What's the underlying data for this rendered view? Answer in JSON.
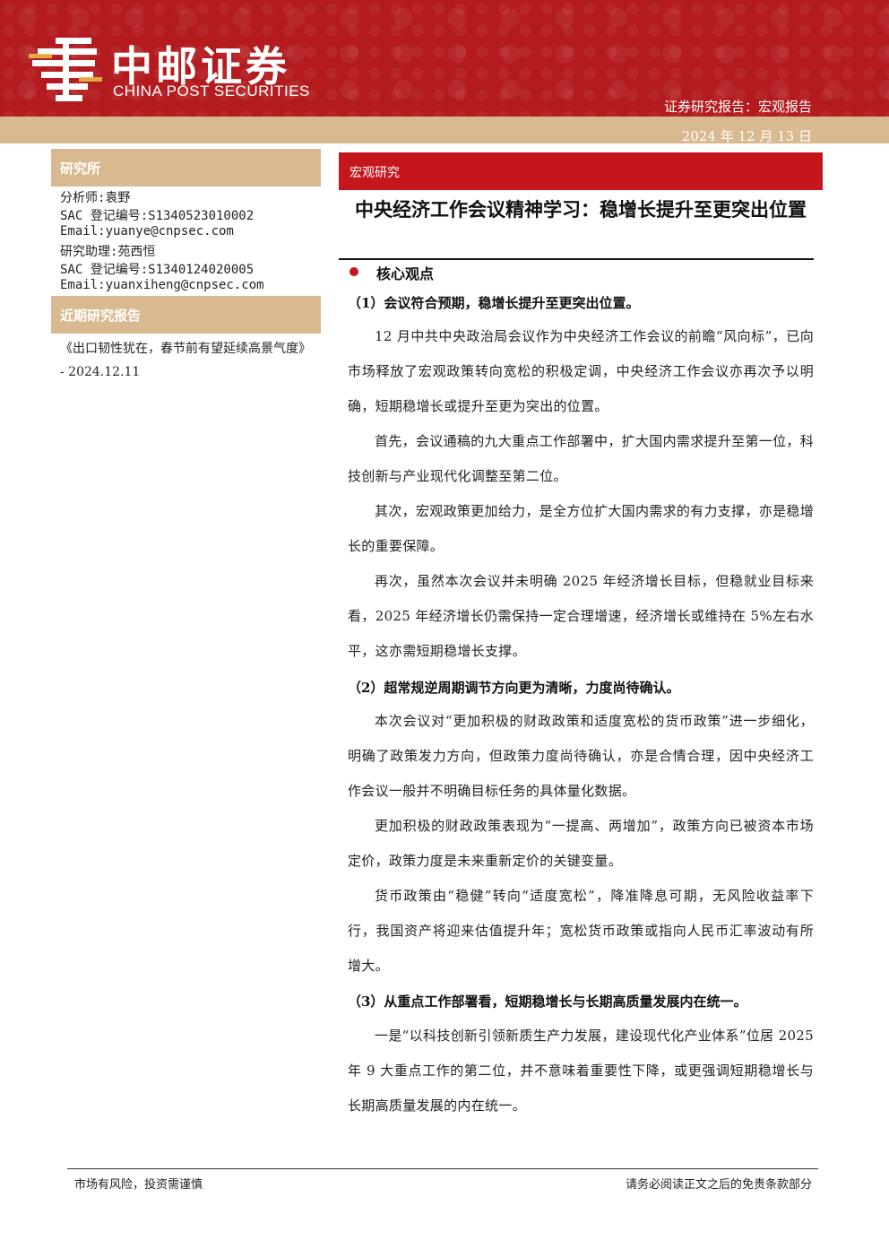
{
  "header": {
    "logo_cn": "中邮证券",
    "logo_en": "CHINA POST SECURITIES",
    "report_type": "证券研究报告：宏观报告",
    "date": "2024 年 12 月 13 日"
  },
  "sidebar": {
    "institute_heading": "研究所",
    "analysts": [
      "分析师:袁野",
      "SAC 登记编号:S1340523010002",
      "Email:yuanye@cnpsec.com",
      "研究助理:苑西恒",
      "SAC 登记编号:S1340124020005",
      "Email:yuanxiheng@cnpsec.com"
    ],
    "recent_heading": "近期研究报告",
    "recent_report": "《出口韧性犹在，春节前有望延续高景气度》 - 2024.12.11"
  },
  "main": {
    "section_label": "宏观研究",
    "title": "中央经济工作会议精神学习：稳增长提升至更突出位置",
    "core_label": "核心观点",
    "sub1": "（1）会议符合预期，稳增长提升至更突出位置。",
    "p1": "12 月中共中央政治局会议作为中央经济工作会议的前瞻“风向标”，已向市场释放了宏观政策转向宽松的积极定调，中央经济工作会议亦再次予以明确，短期稳增长或提升至更为突出的位置。",
    "p2": "首先，会议通稿的九大重点工作部署中，扩大国内需求提升至第一位，科技创新与产业现代化调整至第二位。",
    "p3": "其次，宏观政策更加给力，是全方位扩大国内需求的有力支撑，亦是稳增长的重要保障。",
    "p4": "再次，虽然本次会议并未明确 2025 年经济增长目标，但稳就业目标来看，2025 年经济增长仍需保持一定合理增速，经济增长或维持在 5%左右水平，这亦需短期稳增长支撑。",
    "sub2": "（2）超常规逆周期调节方向更为清晰，力度尚待确认。",
    "p5": "本次会议对“更加积极的财政政策和适度宽松的货币政策”进一步细化，明确了政策发力方向，但政策力度尚待确认，亦是合情合理，因中央经济工作会议一般并不明确目标任务的具体量化数据。",
    "p6": "更加积极的财政政策表现为“一提高、两增加”，政策方向已被资本市场定价，政策力度是未来重新定价的关键变量。",
    "p7": "货币政策由“稳健”转向“适度宽松”，降准降息可期，无风险收益率下行，我国资产将迎来估值提升年；宽松货币政策或指向人民币汇率波动有所增大。",
    "sub3": "（3）从重点工作部署看，短期稳增长与长期高质量发展内在统一。",
    "p8": "一是“以科技创新引领新质生产力发展，建设现代化产业体系”位居 2025 年 9 大重点工作的第二位，并不意味着重要性下降，或更强调短期稳增长与长期高质量发展的内在统一。"
  },
  "footer": {
    "left": "市场有风险，投资需谨慎",
    "right": "请务必阅读正文之后的免责条款部分"
  },
  "colors": {
    "brand_red": "#c4161c",
    "banner_red": "#b31b1e",
    "tan": "#d9b98f"
  }
}
